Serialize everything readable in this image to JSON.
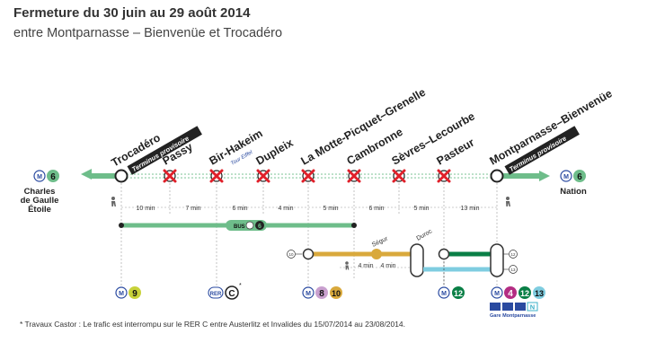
{
  "header": {
    "title": "Fermeture du 30 juin au 29 août 2014",
    "subtitle": "entre Montparnasse – Bienvenüe et Trocadéro"
  },
  "colors": {
    "line6": "#6ebd8a",
    "line6_dark": "#4f9b6b",
    "line8": "#d9a93c",
    "line12": "#0a7f46",
    "line13": "#7fcde0",
    "line9": "#c8d23a",
    "line4": "#b42d83",
    "closed_x": "#e0202a",
    "text": "#333333"
  },
  "stations": [
    {
      "name": "Trocadéro",
      "label_tag": "Terminus provisoire",
      "closed": false
    },
    {
      "name": "Passy",
      "closed": true
    },
    {
      "name": "Bir-Hakeim",
      "tag": "Tour Eiffel",
      "closed": true
    },
    {
      "name": "Dupleix",
      "closed": true
    },
    {
      "name": "La Motte-Picquet–Grenelle",
      "closed": true
    },
    {
      "name": "Cambronne",
      "closed": true
    },
    {
      "name": "Sèvres–Lecourbe",
      "closed": true
    },
    {
      "name": "Pasteur",
      "closed": true
    },
    {
      "name": "Montparnasse–Bienvenüe",
      "label_tag": "Terminus provisoire",
      "closed": false
    }
  ],
  "ends": {
    "left": {
      "line": "6",
      "name": "Charles de Gaulle Étoile",
      "lines": [
        "Charles",
        "de Gaulle",
        "Étoile"
      ]
    },
    "right": {
      "line": "6",
      "name": "Nation"
    }
  },
  "walk_times": [
    "10 min",
    "7 min",
    "6 min",
    "4 min",
    "5 min",
    "6 min",
    "5 min",
    "13 min"
  ],
  "bus": {
    "label": "BUS",
    "line": "6"
  },
  "connections": {
    "segur": "Ségur",
    "duroc": "Duroc",
    "duroc_walk": [
      "4 min",
      "4 min"
    ],
    "m10": "10",
    "m12": "12",
    "m13": "13"
  },
  "bottom_lines": {
    "trocadero": [
      "9"
    ],
    "birhakeim": [
      "C"
    ],
    "birhakeim_note": "*",
    "lamotte": [
      "8",
      "10"
    ],
    "pasteur": [
      "12"
    ],
    "montparnasse": [
      "4",
      "12",
      "13"
    ],
    "montparnasse_label": "Gare Montparnasse"
  },
  "footnote": "* Travaux Castor : Le trafic est interrompu sur le RER C entre Austerlitz et Invalides du 15/07/2014 au 23/08/2014."
}
